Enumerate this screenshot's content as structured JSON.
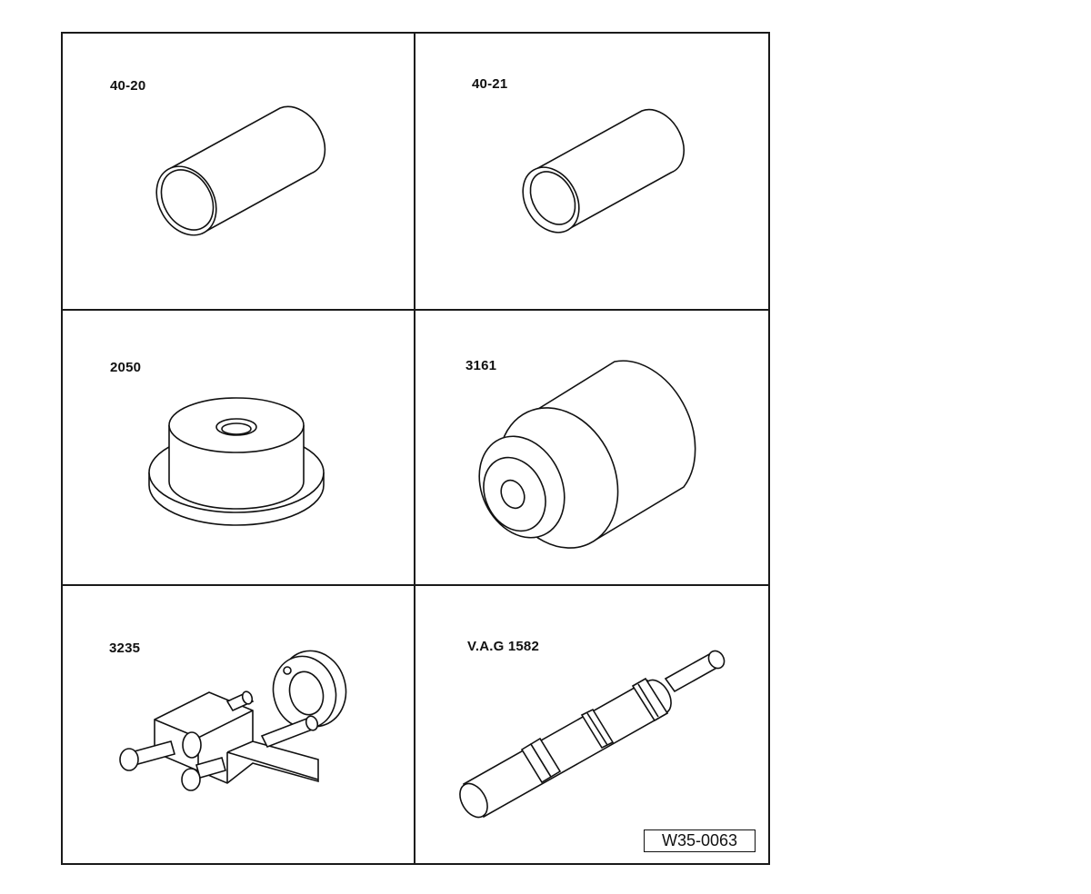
{
  "tools": [
    {
      "id": "40-20",
      "label": "40-20",
      "icon": "cylinder-drift-icon"
    },
    {
      "id": "40-21",
      "label": "40-21",
      "icon": "tube-drift-icon"
    },
    {
      "id": "2050",
      "label": "2050",
      "icon": "flanged-thrust-piece-icon"
    },
    {
      "id": "3161",
      "label": "3161",
      "icon": "stepped-drift-icon"
    },
    {
      "id": "3235",
      "label": "3235",
      "icon": "puller-bracket-icon"
    },
    {
      "id": "vag1582",
      "label": "V.A.G 1582",
      "icon": "extractor-spindle-icon"
    }
  ],
  "reference_code": "W35-0063",
  "colors": {
    "line": "#1a1a1a",
    "background": "#ffffff"
  }
}
